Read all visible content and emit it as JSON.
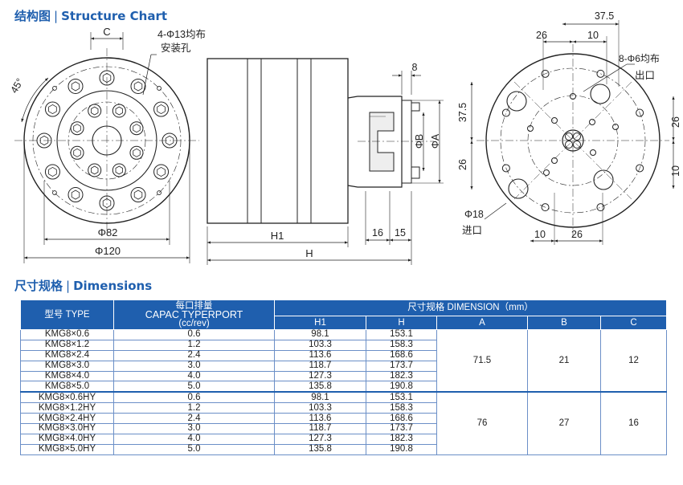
{
  "sections": {
    "structure": {
      "cn": "结构图",
      "en": "Structure Chart"
    },
    "dimensions": {
      "cn": "尺寸规格",
      "en": "Dimensions"
    }
  },
  "drawing": {
    "front": {
      "C": "C",
      "holes": "4-Φ13均布",
      "holes_note": "安装孔",
      "angle": "45°",
      "d82": "Φ82",
      "d120": "Φ120"
    },
    "side": {
      "d8": "8",
      "phiB": "ΦB",
      "phiA": "ΦA",
      "H1": "H1",
      "H": "H",
      "d16": "16",
      "d15": "15"
    },
    "rear": {
      "d37_5_top": "37.5",
      "d26_top": "26",
      "d10_top": "10",
      "holes": "8-Φ6均布",
      "outlet": "出口",
      "d37_5_left": "37.5",
      "d26_left": "26",
      "d26_right": "26",
      "d10_right": "10",
      "phi18": "Φ18",
      "inlet": "进口",
      "d10_bottom": "10",
      "d26_bottom": "26"
    }
  },
  "table": {
    "h_type": "型号 TYPE",
    "h_cap_cn": "每口排量",
    "h_cap_en": "CAPAC TYPERPORT",
    "h_cap_unit": "(cc/rev)",
    "h_dim": "尺寸规格 DIMENSION（mm）",
    "h_H1": "H1",
    "h_H": "H",
    "h_A": "A",
    "h_B": "B",
    "h_C": "C",
    "group1": {
      "A": "71.5",
      "B": "21",
      "C": "12",
      "rows": [
        {
          "type": "KMG8×0.6",
          "cap": "0.6",
          "H1": "98.1",
          "H": "153.1"
        },
        {
          "type": "KMG8×1.2",
          "cap": "1.2",
          "H1": "103.3",
          "H": "158.3"
        },
        {
          "type": "KMG8×2.4",
          "cap": "2.4",
          "H1": "113.6",
          "H": "168.6"
        },
        {
          "type": "KMG8×3.0",
          "cap": "3.0",
          "H1": "118.7",
          "H": "173.7"
        },
        {
          "type": "KMG8×4.0",
          "cap": "4.0",
          "H1": "127.3",
          "H": "182.3"
        },
        {
          "type": "KMG8×5.0",
          "cap": "5.0",
          "H1": "135.8",
          "H": "190.8"
        }
      ]
    },
    "group2": {
      "A": "76",
      "B": "27",
      "C": "16",
      "rows": [
        {
          "type": "KMG8×0.6HY",
          "cap": "0.6",
          "H1": "98.1",
          "H": "153.1"
        },
        {
          "type": "KMG8×1.2HY",
          "cap": "1.2",
          "H1": "103.3",
          "H": "158.3"
        },
        {
          "type": "KMG8×2.4HY",
          "cap": "2.4",
          "H1": "113.6",
          "H": "168.6"
        },
        {
          "type": "KMG8×3.0HY",
          "cap": "3.0",
          "H1": "118.7",
          "H": "173.7"
        },
        {
          "type": "KMG8×4.0HY",
          "cap": "4.0",
          "H1": "127.3",
          "H": "182.3"
        },
        {
          "type": "KMG8×5.0HY",
          "cap": "5.0",
          "H1": "135.8",
          "H": "190.8"
        }
      ]
    }
  }
}
